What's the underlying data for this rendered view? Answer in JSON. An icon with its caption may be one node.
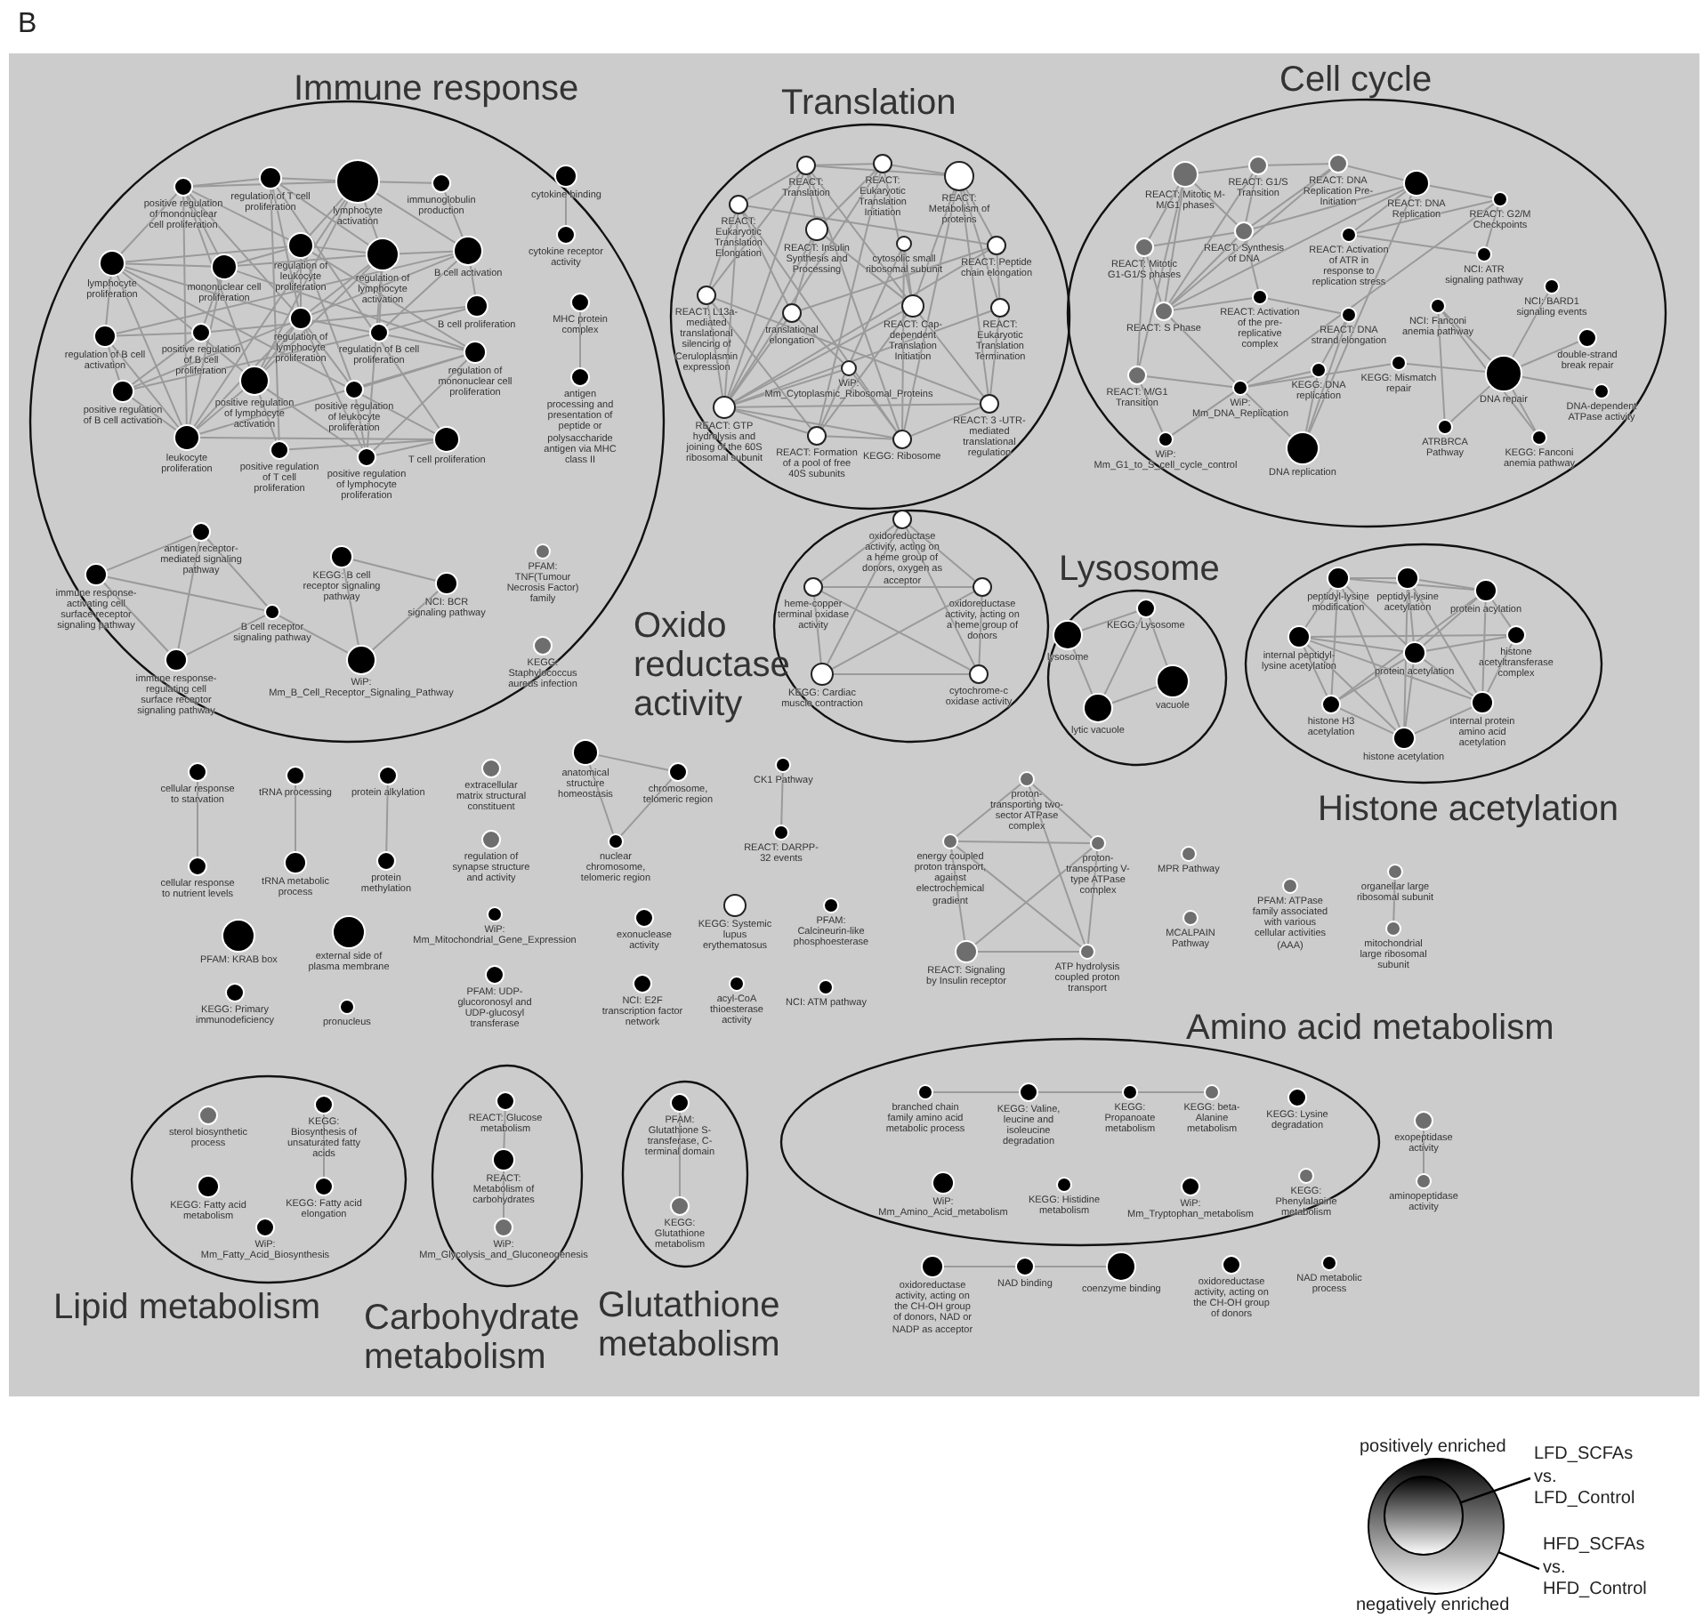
{
  "diagram": {
    "nodes": [
      {
        "text": [
          "Immune response"
        ]
      },
      {
        "text": [
          "positive regulation of mononuclear cell proliferation"
        ],
        "in": 0
      },
      {
        "text": [
          "regulation of T cell proliferation"
        ],
        "in": 0
      },
      {
        "text": [
          "lymphocyte activation"
        ],
        "in": 0
      },
      {
        "text": [
          "immunoglobulin production"
        ],
        "in": 0
      },
      {
        "text": [
          "lymphocyte proliferation"
        ],
        "in": 0
      },
      {
        "text": [
          "mononuclear cell proliferation"
        ],
        "in": 0
      },
      {
        "text": [
          "regulation of leukocyte proliferation"
        ],
        "in": 0
      },
      {
        "text": [
          "regulation of lymphocyte activation"
        ],
        "in": 0
      },
      {
        "text": [
          "B cell activation"
        ],
        "in": 0
      },
      {
        "text": [
          "B cell proliferation"
        ],
        "in": 0
      },
      {
        "text": [
          "regulation of B cell activation"
        ],
        "in": 0
      },
      {
        "text": [
          "positive regulation of B cell proliferation"
        ],
        "in": 0
      },
      {
        "text": [
          "regulation of lymphocyte proliferation"
        ],
        "in": 0
      },
      {
        "text": [
          "regulation of B cell proliferation"
        ],
        "in": 0
      },
      {
        "text": [
          "regulation of mononuclear cell proliferation"
        ],
        "in": 0
      },
      {
        "text": [
          "positive regulation of B cell activation"
        ],
        "in": 0
      },
      {
        "text": [
          "positive regulation of lymphocyte activation"
        ],
        "in": 0
      },
      {
        "text": [
          "positive regulation of leukocyte proliferation"
        ],
        "in": 0
      },
      {
        "text": [
          "leukocyte proliferation"
        ],
        "in": 0
      },
      {
        "text": [
          "positive regulation of T cell proliferation"
        ],
        "in": 0
      },
      {
        "text": [
          "positive regulation of lymphocyte proliferation"
        ],
        "in": 0
      },
      {
        "text": [
          "T cell proliferation"
        ],
        "in": 0
      },
      {
        "text": [
          "cytokine binding"
        ],
        "in": 0
      },
      {
        "text": [
          "cytokine receptor activity"
        ],
        "in": 0
      },
      {
        "text": [
          "MHC protein complex"
        ],
        "in": 0
      },
      {
        "text": [
          "antigen processing and presentation of peptide or polysaccharide antigen via MHC class II"
        ],
        "in": 0
      },
      {
        "text": [
          "antigen receptor-mediated signaling pathway"
        ],
        "in": 0
      },
      {
        "text": [
          "immune response-activating cell surface receptor signaling pathway"
        ],
        "in": 0
      },
      {
        "text": [
          "B cell receptor signaling pathway"
        ],
        "in": 0
      },
      {
        "text": [
          "immune response-regulating cell surface receptor signaling pathway"
        ],
        "in": 0
      },
      {
        "text": [
          "KEGG: B cell receptor signaling pathway"
        ],
        "in": 0
      },
      {
        "text": [
          "NCI: BCR signaling pathway"
        ],
        "in": 0
      },
      {
        "text": [
          "WiP: Mm_B_Cell_Receptor_Signaling_Pathway"
        ],
        "in": 0
      },
      {
        "text": [
          "PFAM: TNF(Tumour Necrosis Factor) family"
        ],
        "in": 0
      },
      {
        "text": [
          "KEGG: Staphylococcus aureus infection"
        ],
        "in": 0
      },
      {
        "text": [
          "Translation"
        ]
      },
      {
        "text": [
          "REACT: Translation"
        ],
        "in": 36
      },
      {
        "text": [
          "REACT: Eukaryotic Translation Initiation"
        ],
        "in": 36
      },
      {
        "text": [
          "REACT: Metabolism of proteins"
        ],
        "in": 36
      },
      {
        "text": [
          "REACT: Eukaryotic Translation Elongation"
        ],
        "in": 36
      },
      {
        "text": [
          "REACT: Insulin Synthesis and Processing"
        ],
        "in": 36
      },
      {
        "text": [
          "cytosolic small ribosomal subunit"
        ],
        "in": 36
      },
      {
        "text": [
          "REACT: Peptide chain elongation"
        ],
        "in": 36
      },
      {
        "text": [
          "REACT: L13a-mediated translational silencing of Ceruloplasmin expression"
        ],
        "in": 36
      },
      {
        "text": [
          "translational elongation"
        ],
        "in": 36
      },
      {
        "text": [
          "REACT: Cap-dependent Translation Initiation"
        ],
        "in": 36
      },
      {
        "text": [
          "REACT: Eukaryotic Translation Termination"
        ],
        "in": 36
      },
      {
        "text": [
          "WiP: Mm_Cytoplasmic_Ribosomal_Proteins"
        ],
        "in": 36
      },
      {
        "text": [
          "REACT: GTP hydrolysis and joining of the 60S ribosomal subunit"
        ],
        "in": 36
      },
      {
        "text": [
          "REACT: Formation of a pool of free 40S subunits"
        ],
        "in": 36
      },
      {
        "text": [
          "KEGG: Ribosome"
        ],
        "in": 36
      },
      {
        "text": [
          "REACT: 3 -UTR-mediated translational regulation"
        ],
        "in": 36
      },
      {
        "text": [
          "Cell cycle"
        ]
      },
      {
        "text": [
          "REACT: Mitotic M-M/G1 phases"
        ],
        "in": 53
      },
      {
        "text": [
          "REACT: G1/S Transition"
        ],
        "in": 53
      },
      {
        "text": [
          "REACT: DNA Replication Pre-Initiation"
        ],
        "in": 53
      },
      {
        "text": [
          "REACT: DNA Replication"
        ],
        "in": 53
      },
      {
        "text": [
          "REACT: G2/M Checkpoints"
        ],
        "in": 53
      },
      {
        "text": [
          "REACT: Mitotic G1-G1/S phases"
        ],
        "in": 53
      },
      {
        "text": [
          "REACT: Synthesis of DNA"
        ],
        "in": 53
      },
      {
        "text": [
          "REACT: Activation of ATR in response to replication stress"
        ],
        "in": 53
      },
      {
        "text": [
          "NCI: ATR signaling pathway"
        ],
        "in": 53
      },
      {
        "text": [
          "REACT: S Phase"
        ],
        "in": 53
      },
      {
        "text": [
          "REACT: Activation of the pre-replicative complex"
        ],
        "in": 53
      },
      {
        "text": [
          "REACT: DNA strand elongation"
        ],
        "in": 53
      },
      {
        "text": [
          "NCI: Fanconi anemia pathway"
        ],
        "in": 53
      },
      {
        "text": [
          "NCI: BARD1 signaling events"
        ],
        "in": 53
      },
      {
        "text": [
          "double-strand break repair"
        ],
        "in": 53
      },
      {
        "text": [
          "REACT: M/G1 Transition"
        ],
        "in": 53
      },
      {
        "text": [
          "WiP: Mm_DNA_Replication"
        ],
        "in": 53
      },
      {
        "text": [
          "KEGG: DNA replication"
        ],
        "in": 53
      },
      {
        "text": [
          "KEGG: Mismatch repair"
        ],
        "in": 53
      },
      {
        "text": [
          "DNA repair"
        ],
        "in": 53
      },
      {
        "text": [
          "DNA-dependent ATPase activity"
        ],
        "in": 53
      },
      {
        "text": [
          "WiP: Mm_G1_to_S_cell_cycle_control"
        ],
        "in": 53
      },
      {
        "text": [
          "DNA replication"
        ],
        "in": 53
      },
      {
        "text": [
          "ATRBRCA Pathway"
        ],
        "in": 53
      },
      {
        "text": [
          "KEGG: Fanconi anemia pathway"
        ],
        "in": 53
      },
      {
        "text": [
          "Oxido reductase activity"
        ]
      },
      {
        "text": [
          "oxidoreductase activity, acting on a heme group of donors, oxygen as acceptor"
        ],
        "in": 79
      },
      {
        "text": [
          "heme-copper terminal oxidase activity"
        ],
        "in": 79
      },
      {
        "text": [
          "oxidoreductase activity, acting on a heme group of donors"
        ],
        "in": 79
      },
      {
        "text": [
          "KEGG: Cardiac muscle contraction"
        ],
        "in": 79
      },
      {
        "text": [
          "cytochrome-c oxidase activity"
        ],
        "in": 79
      },
      {
        "text": [
          "Lysosome"
        ]
      },
      {
        "text": [
          "KEGG: Lysosome"
        ],
        "in": 85
      },
      {
        "text": [
          "lysosome"
        ],
        "in": 85
      },
      {
        "text": [
          "vacuole"
        ],
        "in": 85
      },
      {
        "text": [
          "lytic vacuole"
        ],
        "in": 85
      },
      {
        "text": [
          "Histone acetylation"
        ]
      },
      {
        "text": [
          "peptidyl-lysine modification"
        ],
        "in": 90
      },
      {
        "text": [
          "peptidyl-lysine acetylation"
        ],
        "in": 90
      },
      {
        "text": [
          "protein acylation"
        ],
        "in": 90
      },
      {
        "text": [
          "internal peptidyl-lysine acetylation"
        ],
        "in": 90
      },
      {
        "text": [
          "histone acetyltransferase complex"
        ],
        "in": 90
      },
      {
        "text": [
          "protein acetylation"
        ],
        "in": 90
      },
      {
        "text": [
          "histone H3 acetylation"
        ],
        "in": 90
      },
      {
        "text": [
          "internal protein amino acid acetylation"
        ],
        "in": 90
      },
      {
        "text": [
          "histone acetylation"
        ],
        "in": 90
      },
      {
        "text": [
          "cellular response to starvation"
        ]
      },
      {
        "text": [
          "cellular response to nutrient levels"
        ]
      },
      {
        "text": [
          "tRNA processing"
        ]
      },
      {
        "text": [
          "tRNA metabolic process"
        ]
      },
      {
        "text": [
          "protein alkylation"
        ]
      },
      {
        "text": [
          "protein methylation"
        ]
      },
      {
        "text": [
          "extracellular matrix structural constituent"
        ]
      },
      {
        "text": [
          "regulation of synapse structure and activity"
        ]
      },
      {
        "text": [
          "anatomical structure homeostasis"
        ]
      },
      {
        "text": [
          "chromosome, telomeric region"
        ]
      },
      {
        "text": [
          "nuclear chromosome, telomeric region"
        ]
      },
      {
        "text": [
          "CK1 Pathway"
        ]
      },
      {
        "text": [
          "REACT: DARPP-32 events"
        ]
      },
      {
        "text": [
          "PFAM: KRAB box"
        ]
      },
      {
        "text": [
          "external side of plasma membrane"
        ]
      },
      {
        "text": [
          "WiP: Mm_Mitochondrial_Gene_Expression"
        ]
      },
      {
        "text": [
          "exonuclease activity"
        ]
      },
      {
        "text": [
          "KEGG: Systemic lupus erythematosus"
        ]
      },
      {
        "text": [
          "PFAM: Calcineurin-like phosphoesterase"
        ]
      },
      {
        "text": [
          "KEGG: Primary immunodeficiency"
        ]
      },
      {
        "text": [
          "pronucleus"
        ]
      },
      {
        "text": [
          "PFAM: UDP-glucoronosyl and UDP-glucosyl transferase"
        ]
      },
      {
        "text": [
          "NCI: E2F transcription factor network"
        ]
      },
      {
        "text": [
          "acyl-CoA thioesterase activity"
        ]
      },
      {
        "text": [
          "NCI: ATM pathway"
        ]
      },
      {
        "text": [
          "proton-transporting two-sector ATPase complex"
        ]
      },
      {
        "text": [
          "energy coupled proton transport, against electrochemical gradient"
        ]
      },
      {
        "text": [
          "proton-transporting V-type ATPase complex"
        ]
      },
      {
        "text": [
          "MPR Pathway"
        ]
      },
      {
        "text": [
          "organellar large ribosomal subunit"
        ]
      },
      {
        "text": [
          "PFAM: ATPase family associated with various cellular activities (AAA)"
        ]
      },
      {
        "text": [
          "MCALPAIN Pathway"
        ]
      },
      {
        "text": [
          "REACT: Signaling by Insulin receptor"
        ]
      },
      {
        "text": [
          "ATP hydrolysis coupled proton transport"
        ]
      },
      {
        "text": [
          "mitochondrial large ribosomal subunit"
        ]
      },
      {
        "text": [
          "Amino acid metabolism"
        ]
      },
      {
        "text": [
          "branched chain family amino acid metabolic process"
        ],
        "in": 135
      },
      {
        "text": [
          "KEGG: Valine, leucine and isoleucine degradation"
        ],
        "in": 135
      },
      {
        "text": [
          "KEGG: Propanoate metabolism"
        ],
        "in": 135
      },
      {
        "text": [
          "KEGG: beta-Alanine metabolism"
        ],
        "in": 135
      },
      {
        "text": [
          "KEGG: Lysine degradation"
        ],
        "in": 135
      },
      {
        "text": [
          "WiP: Mm_Amino_Acid_metabolism"
        ],
        "in": 135
      },
      {
        "text": [
          "KEGG: Histidine metabolism"
        ],
        "in": 135
      },
      {
        "text": [
          "WiP: Mm_Tryptophan_metabolism"
        ],
        "in": 135
      },
      {
        "text": [
          "KEGG: Phenylalanine metabolism"
        ],
        "in": 135
      },
      {
        "text": [
          "exopeptidase activity"
        ]
      },
      {
        "text": [
          "aminopeptidase activity"
        ]
      },
      {
        "text": [
          "oxidoreductase activity, acting on the CH-OH group of donors, NAD or NADP as acceptor"
        ]
      },
      {
        "text": [
          "NAD binding"
        ]
      },
      {
        "text": [
          "coenzyme binding"
        ]
      },
      {
        "text": [
          "oxidoreductase activity, acting on the CH-OH group of donors"
        ]
      },
      {
        "text": [
          "NAD metabolic process"
        ]
      },
      {
        "text": [
          "Lipid metabolism"
        ]
      },
      {
        "text": [
          "sterol biosynthetic process"
        ],
        "in": 152
      },
      {
        "text": [
          "KEGG: Biosynthesis of unsaturated fatty acids"
        ],
        "in": 152
      },
      {
        "text": [
          "KEGG: Fatty acid metabolism"
        ],
        "in": 152
      },
      {
        "text": [
          "KEGG: Fatty acid elongation"
        ],
        "in": 152
      },
      {
        "text": [
          "WiP: Mm_Fatty_Acid_Biosynthesis"
        ],
        "in": 152
      },
      {
        "text": [
          "Carbohydrate metabolism"
        ]
      },
      {
        "text": [
          "REACT: Glucose metabolism"
        ],
        "in": 158
      },
      {
        "text": [
          "REACT: Metabolism of carbohydrates"
        ],
        "in": 158
      },
      {
        "text": [
          "WiP: Mm_Glycolysis_and_Gluconeogenesis"
        ],
        "in": 158
      },
      {
        "text": [
          "Glutathione metabolism"
        ]
      },
      {
        "text": [
          "PFAM: Glutathione S-transferase, C-terminal domain"
        ],
        "in": 162
      },
      {
        "text": [
          "KEGG: Glutathione metabolism"
        ],
        "in": 162
      },
      {
        "text": [],
        "shape": "circle"
      },
      {
        "text": [],
        "shape": "circle",
        "in": 165
      },
      {
        "text": [
          "LFD_SCFAs vs. LFD_Control"
        ]
      },
      {
        "text": [
          "HFD_SCFAs vs. HFD_Control"
        ]
      }
    ],
    "edges": [
      {
        "from": 1,
        "to": 2,
        "arrow": "none"
      },
      {
        "from": 1,
        "to": 3,
        "arrow": "none"
      },
      {
        "from": 1,
        "to": 5,
        "arrow": "none"
      },
      {
        "from": 1,
        "to": 6,
        "arrow": "none"
      },
      {
        "from": 1,
        "to": 7,
        "arrow": "none"
      },
      {
        "from": 1,
        "to": 13,
        "arrow": "none"
      },
      {
        "from": 1,
        "to": 17,
        "arrow": "none"
      },
      {
        "from": 1,
        "to": 19,
        "arrow": "none"
      },
      {
        "from": 2,
        "to": 3,
        "arrow": "none"
      },
      {
        "from": 2,
        "to": 8,
        "arrow": "none"
      },
      {
        "from": 2,
        "to": 13,
        "arrow": "none"
      },
      {
        "from": 2,
        "to": 20,
        "arrow": "none"
      },
      {
        "from": 2,
        "to": 22,
        "arrow": "none"
      },
      {
        "from": 3,
        "to": 4,
        "arrow": "none"
      },
      {
        "from": 3,
        "to": 7,
        "arrow": "none"
      },
      {
        "from": 3,
        "to": 8,
        "arrow": "none"
      },
      {
        "from": 3,
        "to": 9,
        "arrow": "none"
      },
      {
        "from": 3,
        "to": 17,
        "arrow": "none"
      },
      {
        "from": 3,
        "to": 19,
        "arrow": "none"
      },
      {
        "from": 4,
        "to": 9,
        "arrow": "none"
      },
      {
        "from": 5,
        "to": 6,
        "arrow": "none"
      },
      {
        "from": 5,
        "to": 11,
        "arrow": "none"
      },
      {
        "from": 5,
        "to": 13,
        "arrow": "none"
      },
      {
        "from": 5,
        "to": 17,
        "arrow": "none"
      },
      {
        "from": 5,
        "to": 19,
        "arrow": "none"
      },
      {
        "from": 5,
        "to": 22,
        "arrow": "none"
      },
      {
        "from": 5,
        "to": 7,
        "arrow": "none"
      },
      {
        "from": 6,
        "to": 7,
        "arrow": "none"
      },
      {
        "from": 6,
        "to": 8,
        "arrow": "none"
      },
      {
        "from": 6,
        "to": 15,
        "arrow": "none"
      },
      {
        "from": 6,
        "to": 19,
        "arrow": "none"
      },
      {
        "from": 6,
        "to": 12,
        "arrow": "none"
      },
      {
        "from": 7,
        "to": 8,
        "arrow": "none"
      },
      {
        "from": 7,
        "to": 13,
        "arrow": "none"
      },
      {
        "from": 7,
        "to": 18,
        "arrow": "none"
      },
      {
        "from": 7,
        "to": 15,
        "arrow": "none"
      },
      {
        "from": 8,
        "to": 9,
        "arrow": "none"
      },
      {
        "from": 8,
        "to": 13,
        "arrow": "none"
      },
      {
        "from": 8,
        "to": 14,
        "arrow": "none"
      },
      {
        "from": 8,
        "to": 17,
        "arrow": "none"
      },
      {
        "from": 8,
        "to": 21,
        "arrow": "none"
      },
      {
        "from": 9,
        "to": 10,
        "arrow": "none"
      },
      {
        "from": 9,
        "to": 11,
        "arrow": "none"
      },
      {
        "from": 9,
        "to": 14,
        "arrow": "none"
      },
      {
        "from": 9,
        "to": 16,
        "arrow": "none"
      },
      {
        "from": 10,
        "to": 14,
        "arrow": "none"
      },
      {
        "from": 10,
        "to": 12,
        "arrow": "none"
      },
      {
        "from": 11,
        "to": 12,
        "arrow": "none"
      },
      {
        "from": 11,
        "to": 16,
        "arrow": "none"
      },
      {
        "from": 11,
        "to": 19,
        "arrow": "none"
      },
      {
        "from": 12,
        "to": 16,
        "arrow": "none"
      },
      {
        "from": 13,
        "to": 15,
        "arrow": "none"
      },
      {
        "from": 13,
        "to": 17,
        "arrow": "none"
      },
      {
        "from": 13,
        "to": 18,
        "arrow": "none"
      },
      {
        "from": 13,
        "to": 21,
        "arrow": "none"
      },
      {
        "from": 13,
        "to": 19,
        "arrow": "none"
      },
      {
        "from": 14,
        "to": 16,
        "arrow": "none"
      },
      {
        "from": 15,
        "to": 18,
        "arrow": "none"
      },
      {
        "from": 15,
        "to": 19,
        "arrow": "none"
      },
      {
        "from": 15,
        "to": 21,
        "arrow": "none"
      },
      {
        "from": 16,
        "to": 19,
        "arrow": "none"
      },
      {
        "from": 17,
        "to": 19,
        "arrow": "none"
      },
      {
        "from": 17,
        "to": 20,
        "arrow": "none"
      },
      {
        "from": 17,
        "to": 21,
        "arrow": "none"
      },
      {
        "from": 18,
        "to": 21,
        "arrow": "none"
      },
      {
        "from": 19,
        "to": 22,
        "arrow": "none"
      },
      {
        "from": 20,
        "to": 22,
        "arrow": "none"
      },
      {
        "from": 21,
        "to": 22,
        "arrow": "none"
      },
      {
        "from": 23,
        "to": 24,
        "arrow": "none"
      },
      {
        "from": 25,
        "to": 26,
        "arrow": "none"
      },
      {
        "from": 27,
        "to": 28,
        "arrow": "none"
      },
      {
        "from": 28,
        "to": 30,
        "arrow": "none"
      },
      {
        "from": 27,
        "to": 30,
        "arrow": "none"
      },
      {
        "from": 27,
        "to": 29,
        "arrow": "none"
      },
      {
        "from": 28,
        "to": 29,
        "arrow": "none"
      },
      {
        "from": 29,
        "to": 30,
        "arrow": "none"
      },
      {
        "from": 29,
        "to": 33,
        "arrow": "none"
      },
      {
        "from": 31,
        "to": 32,
        "arrow": "none"
      },
      {
        "from": 31,
        "to": 33,
        "arrow": "none"
      },
      {
        "from": 32,
        "to": 33,
        "arrow": "none"
      },
      {
        "from": 37,
        "to": 38,
        "arrow": "none"
      },
      {
        "from": 37,
        "to": 39,
        "arrow": "none"
      },
      {
        "from": 37,
        "to": 40,
        "arrow": "none"
      },
      {
        "from": 37,
        "to": 41,
        "arrow": "none"
      },
      {
        "from": 37,
        "to": 44,
        "arrow": "none"
      },
      {
        "from": 37,
        "to": 46,
        "arrow": "none"
      },
      {
        "from": 37,
        "to": 49,
        "arrow": "none"
      },
      {
        "from": 37,
        "to": 51,
        "arrow": "none"
      },
      {
        "from": 38,
        "to": 39,
        "arrow": "none"
      },
      {
        "from": 38,
        "to": 41,
        "arrow": "none"
      },
      {
        "from": 38,
        "to": 46,
        "arrow": "none"
      },
      {
        "from": 38,
        "to": 50,
        "arrow": "none"
      },
      {
        "from": 38,
        "to": 49,
        "arrow": "none"
      },
      {
        "from": 39,
        "to": 43,
        "arrow": "none"
      },
      {
        "from": 39,
        "to": 47,
        "arrow": "none"
      },
      {
        "from": 39,
        "to": 52,
        "arrow": "none"
      },
      {
        "from": 39,
        "to": 46,
        "arrow": "none"
      },
      {
        "from": 39,
        "to": 51,
        "arrow": "none"
      },
      {
        "from": 40,
        "to": 44,
        "arrow": "none"
      },
      {
        "from": 40,
        "to": 45,
        "arrow": "none"
      },
      {
        "from": 40,
        "to": 49,
        "arrow": "none"
      },
      {
        "from": 40,
        "to": 43,
        "arrow": "none"
      },
      {
        "from": 40,
        "to": 51,
        "arrow": "none"
      },
      {
        "from": 41,
        "to": 45,
        "arrow": "none"
      },
      {
        "from": 41,
        "to": 46,
        "arrow": "none"
      },
      {
        "from": 41,
        "to": 49,
        "arrow": "none"
      },
      {
        "from": 42,
        "to": 46,
        "arrow": "none"
      },
      {
        "from": 42,
        "to": 51,
        "arrow": "none"
      },
      {
        "from": 42,
        "to": 50,
        "arrow": "none"
      },
      {
        "from": 43,
        "to": 47,
        "arrow": "none"
      },
      {
        "from": 43,
        "to": 45,
        "arrow": "none"
      },
      {
        "from": 43,
        "to": 49,
        "arrow": "none"
      },
      {
        "from": 44,
        "to": 49,
        "arrow": "none"
      },
      {
        "from": 44,
        "to": 50,
        "arrow": "none"
      },
      {
        "from": 44,
        "to": 52,
        "arrow": "none"
      },
      {
        "from": 45,
        "to": 49,
        "arrow": "none"
      },
      {
        "from": 45,
        "to": 48,
        "arrow": "none"
      },
      {
        "from": 46,
        "to": 49,
        "arrow": "none"
      },
      {
        "from": 46,
        "to": 50,
        "arrow": "none"
      },
      {
        "from": 46,
        "to": 52,
        "arrow": "none"
      },
      {
        "from": 47,
        "to": 52,
        "arrow": "none"
      },
      {
        "from": 47,
        "to": 49,
        "arrow": "none"
      },
      {
        "from": 48,
        "to": 51,
        "arrow": "none"
      },
      {
        "from": 48,
        "to": 49,
        "arrow": "none"
      },
      {
        "from": 49,
        "to": 50,
        "arrow": "none"
      },
      {
        "from": 49,
        "to": 51,
        "arrow": "none"
      },
      {
        "from": 49,
        "to": 52,
        "arrow": "none"
      },
      {
        "from": 50,
        "to": 51,
        "arrow": "none"
      },
      {
        "from": 51,
        "to": 52,
        "arrow": "none"
      },
      {
        "from": 54,
        "to": 55,
        "arrow": "none"
      },
      {
        "from": 55,
        "to": 56,
        "arrow": "none"
      },
      {
        "from": 56,
        "to": 57,
        "arrow": "none"
      },
      {
        "from": 57,
        "to": 58,
        "arrow": "none"
      },
      {
        "from": 54,
        "to": 60,
        "arrow": "none"
      },
      {
        "from": 54,
        "to": 59,
        "arrow": "none"
      },
      {
        "from": 54,
        "to": 63,
        "arrow": "none"
      },
      {
        "from": 54,
        "to": 69,
        "arrow": "none"
      },
      {
        "from": 59,
        "to": 60,
        "arrow": "none"
      },
      {
        "from": 59,
        "to": 63,
        "arrow": "none"
      },
      {
        "from": 59,
        "to": 69,
        "arrow": "none"
      },
      {
        "from": 60,
        "to": 63,
        "arrow": "none"
      },
      {
        "from": 60,
        "to": 56,
        "arrow": "none"
      },
      {
        "from": 55,
        "to": 63,
        "arrow": "none"
      },
      {
        "from": 55,
        "to": 60,
        "arrow": "none"
      },
      {
        "from": 56,
        "to": 63,
        "arrow": "none"
      },
      {
        "from": 57,
        "to": 63,
        "arrow": "none"
      },
      {
        "from": 57,
        "to": 60,
        "arrow": "none"
      },
      {
        "from": 57,
        "to": 61,
        "arrow": "none"
      },
      {
        "from": 58,
        "to": 61,
        "arrow": "none"
      },
      {
        "from": 58,
        "to": 62,
        "arrow": "none"
      },
      {
        "from": 61,
        "to": 62,
        "arrow": "none"
      },
      {
        "from": 60,
        "to": 64,
        "arrow": "none"
      },
      {
        "from": 63,
        "to": 64,
        "arrow": "none"
      },
      {
        "from": 64,
        "to": 65,
        "arrow": "none"
      },
      {
        "from": 65,
        "to": 71,
        "arrow": "none"
      },
      {
        "from": 63,
        "to": 70,
        "arrow": "none"
      },
      {
        "from": 69,
        "to": 75,
        "arrow": "none"
      },
      {
        "from": 69,
        "to": 70,
        "arrow": "none"
      },
      {
        "from": 75,
        "to": 70,
        "arrow": "none"
      },
      {
        "from": 70,
        "to": 71,
        "arrow": "none"
      },
      {
        "from": 70,
        "to": 72,
        "arrow": "none"
      },
      {
        "from": 70,
        "to": 76,
        "arrow": "none"
      },
      {
        "from": 71,
        "to": 76,
        "arrow": "none"
      },
      {
        "from": 65,
        "to": 76,
        "arrow": "none"
      },
      {
        "from": 57,
        "to": 76,
        "arrow": "none"
      },
      {
        "from": 58,
        "to": 70,
        "arrow": "none"
      },
      {
        "from": 72,
        "to": 73,
        "arrow": "none"
      },
      {
        "from": 73,
        "to": 68,
        "arrow": "none"
      },
      {
        "from": 73,
        "to": 74,
        "arrow": "none"
      },
      {
        "from": 73,
        "to": 78,
        "arrow": "none"
      },
      {
        "from": 73,
        "to": 77,
        "arrow": "none"
      },
      {
        "from": 73,
        "to": 67,
        "arrow": "none"
      },
      {
        "from": 66,
        "to": 77,
        "arrow": "none"
      },
      {
        "from": 66,
        "to": 78,
        "arrow": "none"
      },
      {
        "from": 66,
        "to": 73,
        "arrow": "none"
      },
      {
        "from": 80,
        "to": 81,
        "arrow": "none"
      },
      {
        "from": 80,
        "to": 82,
        "arrow": "none"
      },
      {
        "from": 80,
        "to": 83,
        "arrow": "none"
      },
      {
        "from": 80,
        "to": 84,
        "arrow": "none"
      },
      {
        "from": 81,
        "to": 82,
        "arrow": "none"
      },
      {
        "from": 81,
        "to": 83,
        "arrow": "none"
      },
      {
        "from": 81,
        "to": 84,
        "arrow": "none"
      },
      {
        "from": 82,
        "to": 83,
        "arrow": "none"
      },
      {
        "from": 82,
        "to": 84,
        "arrow": "none"
      },
      {
        "from": 83,
        "to": 84,
        "arrow": "none"
      },
      {
        "from": 86,
        "to": 87,
        "arrow": "none"
      },
      {
        "from": 86,
        "to": 88,
        "arrow": "none"
      },
      {
        "from": 86,
        "to": 89,
        "arrow": "none"
      },
      {
        "from": 87,
        "to": 89,
        "arrow": "none"
      },
      {
        "from": 89,
        "to": 88,
        "arrow": "none"
      },
      {
        "from": 91,
        "to": 92,
        "arrow": "none"
      },
      {
        "from": 91,
        "to": 93,
        "arrow": "none"
      },
      {
        "from": 91,
        "to": 94,
        "arrow": "none"
      },
      {
        "from": 91,
        "to": 96,
        "arrow": "none"
      },
      {
        "from": 91,
        "to": 97,
        "arrow": "none"
      },
      {
        "from": 91,
        "to": 99,
        "arrow": "none"
      },
      {
        "from": 92,
        "to": 93,
        "arrow": "none"
      },
      {
        "from": 92,
        "to": 96,
        "arrow": "none"
      },
      {
        "from": 92,
        "to": 99,
        "arrow": "none"
      },
      {
        "from": 92,
        "to": 98,
        "arrow": "none"
      },
      {
        "from": 93,
        "to": 95,
        "arrow": "none"
      },
      {
        "from": 93,
        "to": 96,
        "arrow": "none"
      },
      {
        "from": 93,
        "to": 98,
        "arrow": "none"
      },
      {
        "from": 93,
        "to": 97,
        "arrow": "none"
      },
      {
        "from": 94,
        "to": 96,
        "arrow": "none"
      },
      {
        "from": 94,
        "to": 97,
        "arrow": "none"
      },
      {
        "from": 94,
        "to": 99,
        "arrow": "none"
      },
      {
        "from": 94,
        "to": 98,
        "arrow": "none"
      },
      {
        "from": 94,
        "to": 95,
        "arrow": "none"
      },
      {
        "from": 95,
        "to": 96,
        "arrow": "none"
      },
      {
        "from": 95,
        "to": 98,
        "arrow": "none"
      },
      {
        "from": 96,
        "to": 97,
        "arrow": "none"
      },
      {
        "from": 96,
        "to": 98,
        "arrow": "none"
      },
      {
        "from": 96,
        "to": 99,
        "arrow": "none"
      },
      {
        "from": 97,
        "to": 99,
        "arrow": "none"
      },
      {
        "from": 98,
        "to": 99,
        "arrow": "none"
      },
      {
        "from": 100,
        "to": 101,
        "arrow": "none"
      },
      {
        "from": 102,
        "to": 103,
        "arrow": "none"
      },
      {
        "from": 104,
        "to": 105,
        "arrow": "none"
      },
      {
        "from": 108,
        "to": 109,
        "arrow": "none"
      },
      {
        "from": 108,
        "to": 110,
        "arrow": "none"
      },
      {
        "from": 109,
        "to": 110,
        "arrow": "none"
      },
      {
        "from": 111,
        "to": 112,
        "arrow": "none"
      },
      {
        "from": 125,
        "to": 126,
        "arrow": "none"
      },
      {
        "from": 125,
        "to": 127,
        "arrow": "none"
      },
      {
        "from": 125,
        "to": 133,
        "arrow": "none"
      },
      {
        "from": 126,
        "to": 127,
        "arrow": "none"
      },
      {
        "from": 126,
        "to": 132,
        "arrow": "none"
      },
      {
        "from": 126,
        "to": 133,
        "arrow": "none"
      },
      {
        "from": 127,
        "to": 132,
        "arrow": "none"
      },
      {
        "from": 127,
        "to": 133,
        "arrow": "none"
      },
      {
        "from": 132,
        "to": 133,
        "arrow": "none"
      },
      {
        "from": 129,
        "to": 134,
        "arrow": "none"
      },
      {
        "from": 136,
        "to": 137,
        "arrow": "none"
      },
      {
        "from": 137,
        "to": 138,
        "arrow": "none"
      },
      {
        "from": 138,
        "to": 139,
        "arrow": "none"
      },
      {
        "from": 145,
        "to": 146,
        "arrow": "none"
      },
      {
        "from": 147,
        "to": 148,
        "arrow": "none"
      },
      {
        "from": 148,
        "to": 149,
        "arrow": "none"
      },
      {
        "from": 154,
        "to": 156,
        "arrow": "none"
      },
      {
        "from": 159,
        "to": 160,
        "arrow": "none"
      },
      {
        "from": 160,
        "to": 161,
        "arrow": "none"
      },
      {
        "from": 163,
        "to": 164,
        "arrow": "none"
      },
      {
        "from": 167,
        "to": 166,
        "arrow": "none",
        "color": "#000000"
      },
      {
        "from": 168,
        "to": 165,
        "arrow": "none",
        "color": "#000000"
      }
    ],
    "labels": [
      "B",
      "positively enriched",
      "negatively enriched"
    ]
  }
}
